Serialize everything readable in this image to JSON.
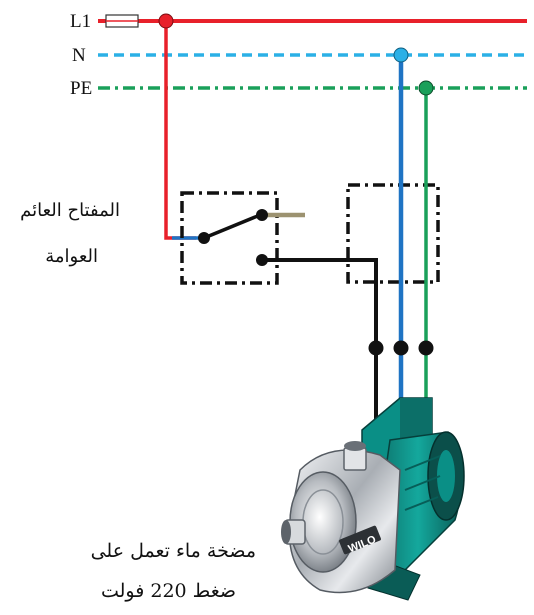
{
  "lines": {
    "l1": {
      "label": "L1",
      "color": "#e8202a"
    },
    "n": {
      "label": "N",
      "color": "#2bb0e6"
    },
    "pe": {
      "label": "PE",
      "color": "#1aa05a"
    }
  },
  "wire_colors": {
    "phase": "#e8202a",
    "neutral": "#1f74c4",
    "earth": "#1aa05a",
    "switched": "#111111",
    "spare": "#9c9270"
  },
  "float_switch": {
    "label_line1": "المفتاح العائم",
    "label_line2": "العوامة"
  },
  "pump": {
    "label_line1": "مضخة ماء تعمل على",
    "label_line2": "ضغط 220 فولت",
    "brand": "WILO",
    "body_color": "#0a8f86",
    "housing_color": "#c9ccd0"
  }
}
